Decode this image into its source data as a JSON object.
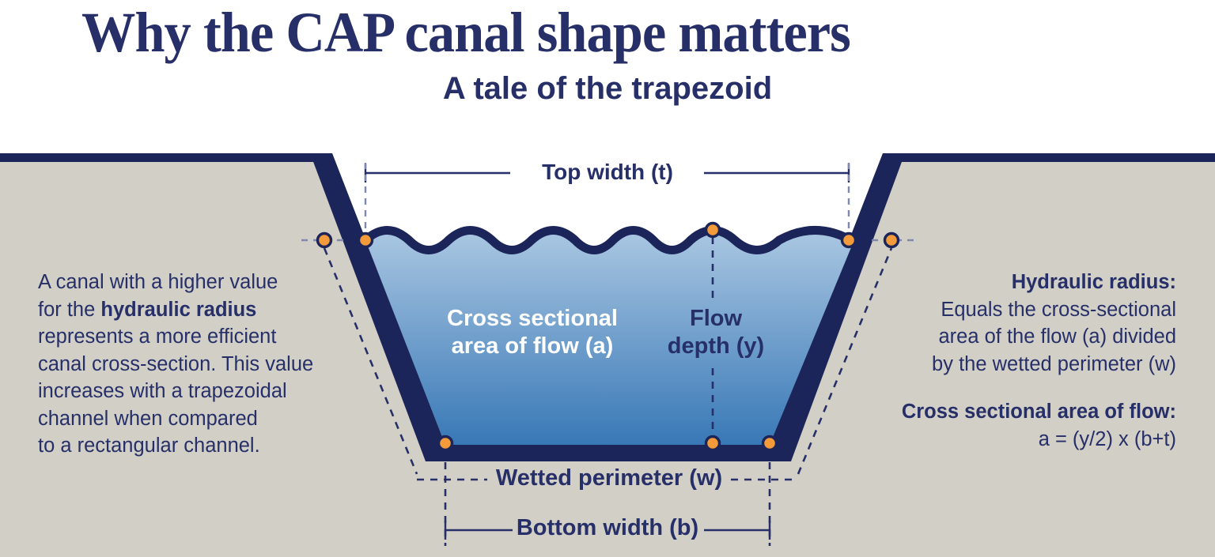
{
  "title": "Why the CAP canal shape matters",
  "subtitle": "A tale of the trapezoid",
  "left_panel": {
    "lines": [
      [
        {
          "t": "A canal with a higher value"
        }
      ],
      [
        {
          "t": "for the "
        },
        {
          "t": "hydraulic radius",
          "b": true
        }
      ],
      [
        {
          "t": "represents a more efficient"
        }
      ],
      [
        {
          "t": "canal cross-section. This value"
        }
      ],
      [
        {
          "t": "increases with a trapezoidal"
        }
      ],
      [
        {
          "t": "channel when compared"
        }
      ],
      [
        {
          "t": "to a rectangular channel."
        }
      ]
    ]
  },
  "right_panel": {
    "lines": [
      [
        {
          "t": "Hydraulic radius:",
          "b": true
        }
      ],
      [
        {
          "t": "Equals the cross-sectional"
        }
      ],
      [
        {
          "t": "area of the flow (a) divided"
        }
      ],
      [
        {
          "t": "by the wetted perimeter (w)"
        }
      ],
      [],
      [
        {
          "t": "Cross sectional area of flow:",
          "b": true
        }
      ],
      [
        {
          "t": "a = (y/2) x (b+t)"
        }
      ]
    ]
  },
  "diagram": {
    "labels": {
      "top_width": {
        "text": "Top width ",
        "bold": "(t)"
      },
      "cross_section": {
        "line1": "Cross sectional",
        "line2": "area of flow ",
        "line2_bold": "(a)"
      },
      "flow_depth": {
        "line1": "Flow",
        "line2": "depth ",
        "line2_bold": "(y)"
      },
      "wetted_perimeter": {
        "text": "Wetted perimeter ",
        "bold": "(w)"
      },
      "bottom_width": {
        "text": "Bottom width ",
        "bold": "(b)"
      }
    }
  },
  "colors": {
    "navy": "#1c2559",
    "text_navy": "#262f68",
    "ground": "#d2cfc7",
    "water_top": "#aac7e2",
    "water_bottom": "#3878b6",
    "orange": "#f39a3a",
    "dashed_light": "#8089ad",
    "white": "#ffffff"
  }
}
